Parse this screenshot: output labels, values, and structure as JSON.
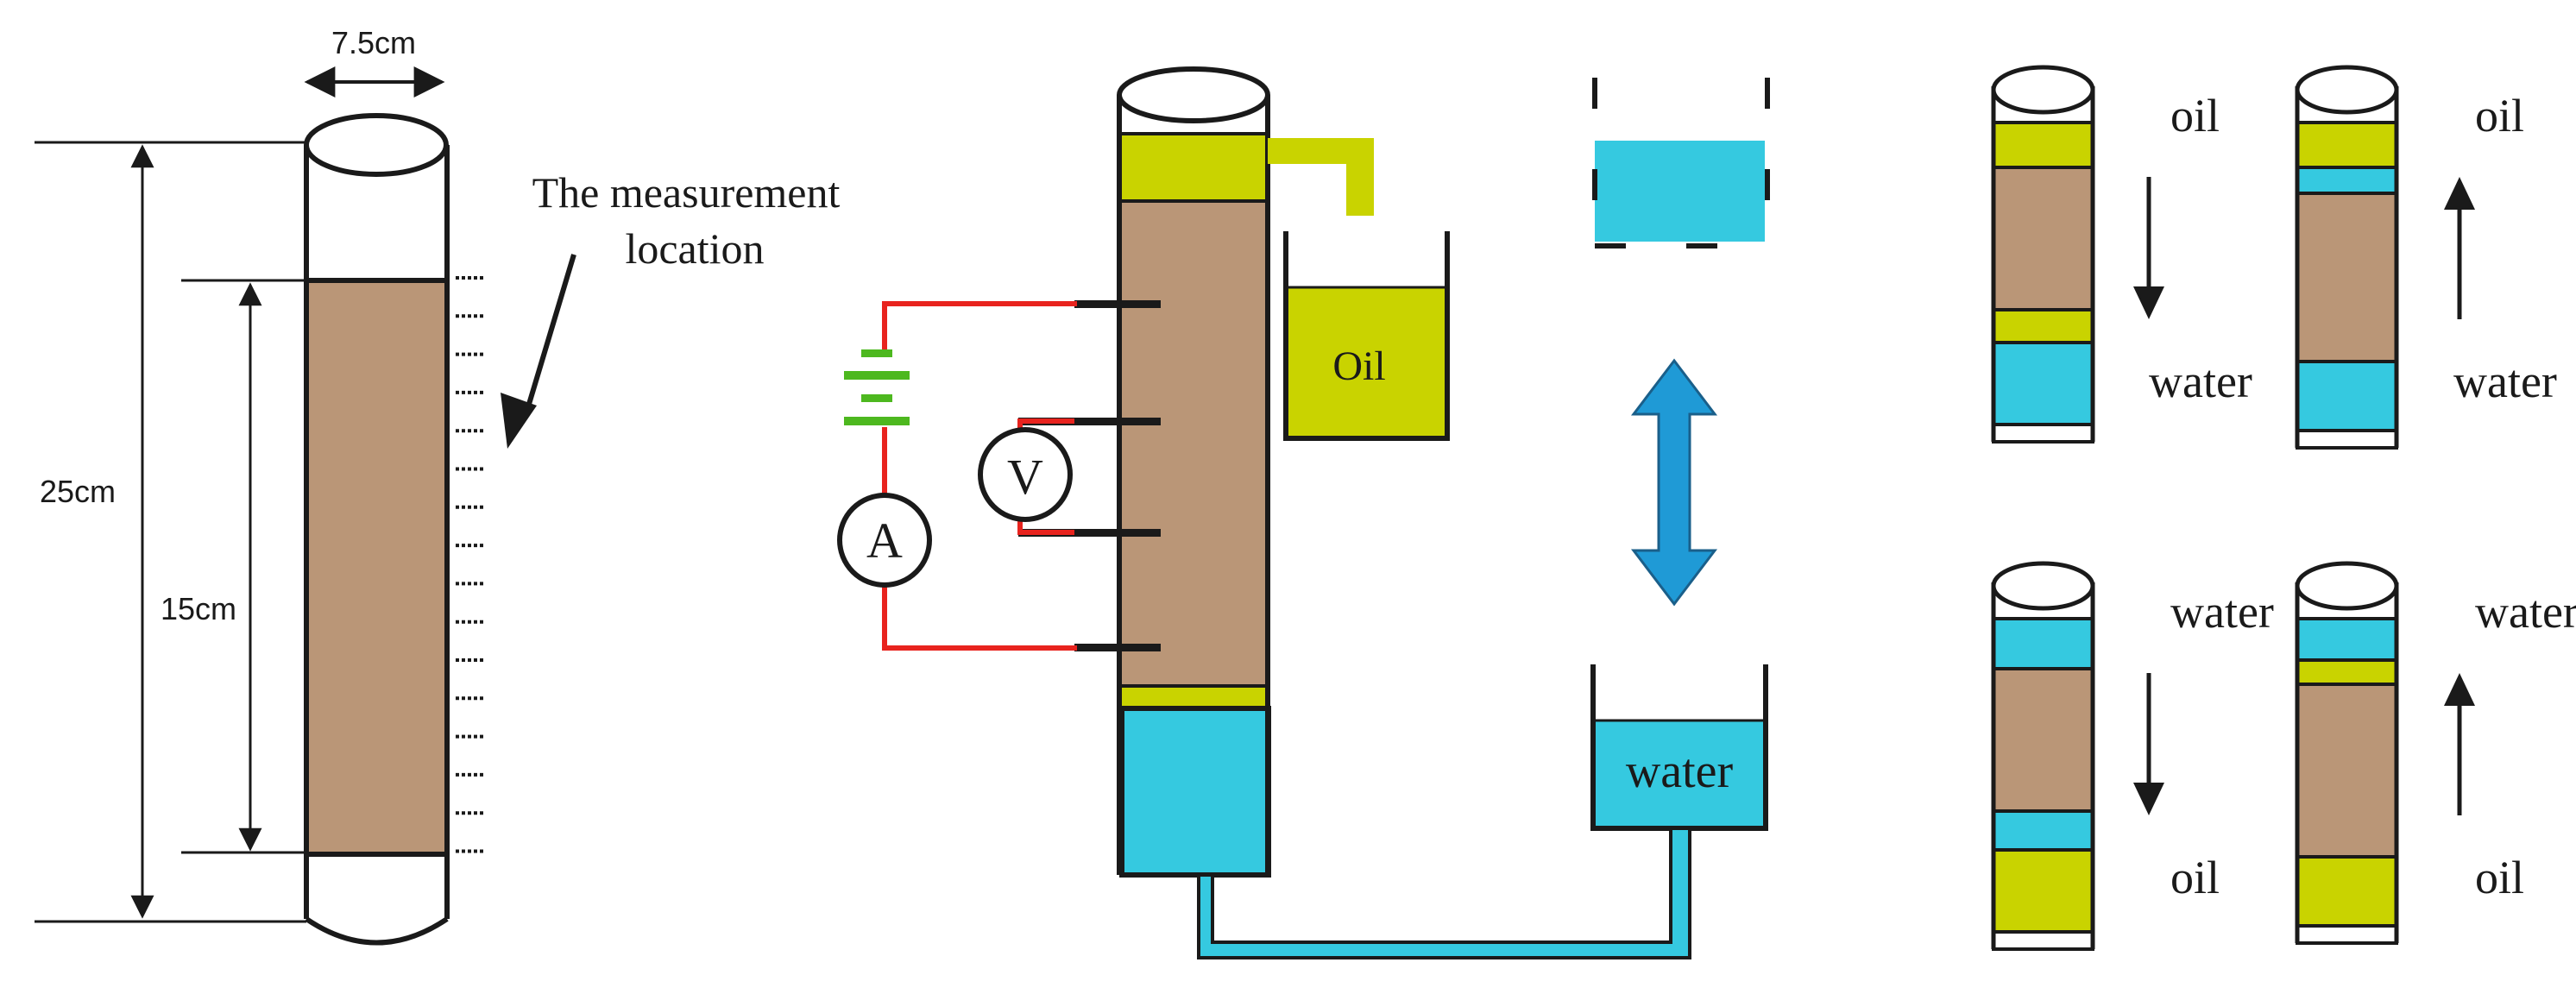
{
  "colors": {
    "soil": "#BA9677",
    "oil": "#C9D300",
    "water": "#35C9E0",
    "wire": "#E8231E",
    "battery": "#4DB81F",
    "arrow_blue": "#1F9AD6",
    "outline": "#1a1a1a"
  },
  "left_column": {
    "diameter_label": "7.5cm",
    "total_height_label": "25cm",
    "sample_height_label": "15cm",
    "measurement_label_line1": "The measurement",
    "measurement_label_line2": "location"
  },
  "apparatus": {
    "oil_label": "Oil",
    "water_label": "water",
    "ammeter_label": "A",
    "voltmeter_label": "V"
  },
  "panels": [
    {
      "top_label": "oil",
      "bottom_label": "water",
      "arrow": "down"
    },
    {
      "top_label": "oil",
      "bottom_label": "water",
      "arrow": "up"
    },
    {
      "top_label": "water",
      "bottom_label": "oil",
      "arrow": "down"
    },
    {
      "top_label": "water",
      "bottom_label": "oil",
      "arrow": "up"
    }
  ],
  "icons": {
    "double_arrow": "double-headed-arrow-icon",
    "battery": "battery-icon"
  }
}
